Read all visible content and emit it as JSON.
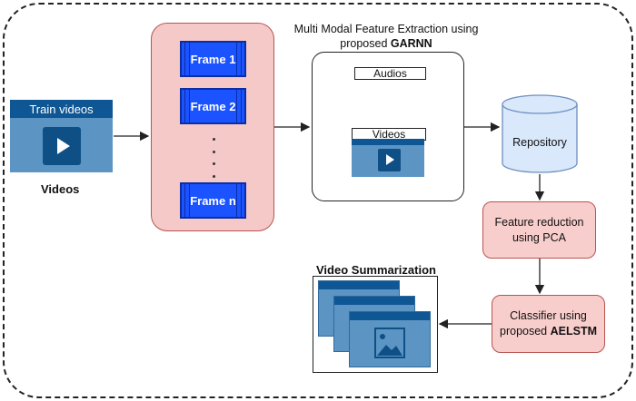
{
  "input": {
    "card_title": "Train videos",
    "caption": "Videos"
  },
  "frames": [
    "Frame 1",
    "Frame 2",
    "Frame n"
  ],
  "extraction": {
    "title_line1": "Multi Modal Feature Extraction using",
    "title_line2_prefix": "proposed ",
    "title_line2_bold": "GARNN",
    "audio_label": "Audios",
    "video_label": "Videos"
  },
  "repository": {
    "label": "Repository"
  },
  "feature_reduction": {
    "line1": "Feature reduction",
    "line2": "using PCA"
  },
  "classifier": {
    "line1": "Classifier using",
    "line2_prefix": "proposed ",
    "line2_bold": "AELSTM"
  },
  "summarization": {
    "title": "Video Summarization"
  },
  "colors": {
    "frame_blue": "#1a53ff",
    "video_blue": "#5c95c4",
    "pink": "#f8cecc",
    "repo_blue": "#dae8fc"
  }
}
